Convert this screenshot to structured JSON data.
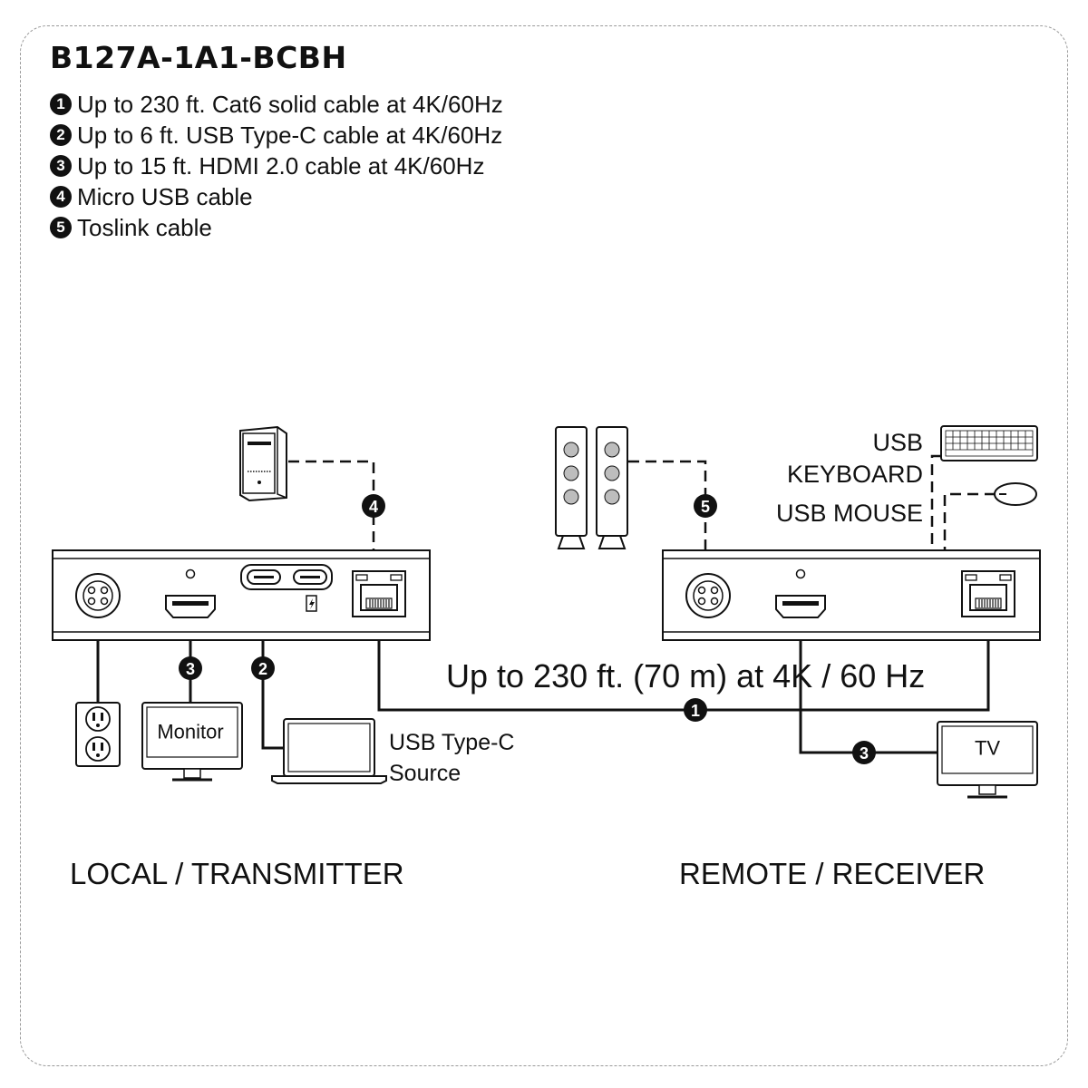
{
  "title": "B127A-1A1-BCBH",
  "legend": [
    {
      "num": "1",
      "text": "Up to 230 ft. Cat6 solid cable at 4K/60Hz"
    },
    {
      "num": "2",
      "text": "Up to 6 ft. USB Type-C cable at 4K/60Hz"
    },
    {
      "num": "3",
      "text": "Up to 15 ft. HDMI 2.0 cable at 4K/60Hz"
    },
    {
      "num": "4",
      "text": "Micro USB cable"
    },
    {
      "num": "5",
      "text": "Toslink cable"
    }
  ],
  "diagram": {
    "distance_label": "Up to 230 ft. (70 m) at 4K / 60 Hz",
    "monitor_label": "Monitor",
    "tv_label": "TV",
    "source_label_line1": "USB Type-C",
    "source_label_line2": "Source",
    "keyboard_label_line1": "USB",
    "keyboard_label_line2": "KEYBOARD",
    "mouse_label": "USB MOUSE",
    "local_label": "LOCAL / TRANSMITTER",
    "remote_label": "REMOTE / RECEIVER",
    "badges": {
      "cat6": "1",
      "usbc": "2",
      "hdmi": "3",
      "microusb": "4",
      "toslink": "5"
    }
  }
}
